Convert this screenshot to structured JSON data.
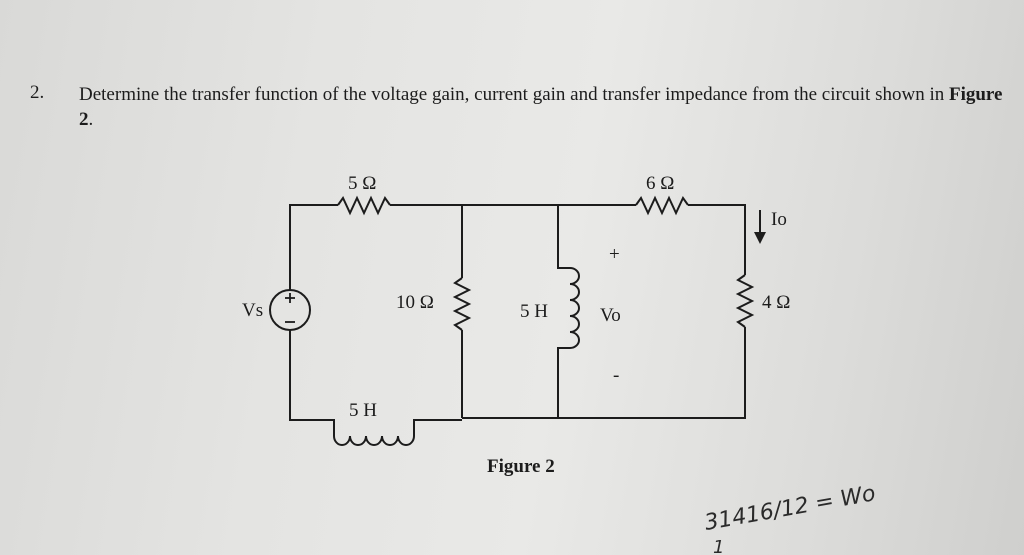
{
  "question": {
    "number": "2.",
    "text_part1": "Determine the transfer function of the voltage gain, current gain and transfer impedance from the circuit shown in ",
    "figure_ref": "Figure 2",
    "text_end": "."
  },
  "circuit": {
    "r1": "5 Ω",
    "r2": "6 Ω",
    "r3": "10 Ω",
    "l1": "5 H",
    "r4": "4 Ω",
    "l2": "5 H",
    "source_label": "Vs",
    "vo_label": "Vo",
    "io_label": "Io",
    "plus_sign": "+",
    "minus_sign": "-"
  },
  "figure_caption": "Figure 2",
  "handwriting": {
    "note": "31416/12 = Wo",
    "stray_mark": "1"
  }
}
